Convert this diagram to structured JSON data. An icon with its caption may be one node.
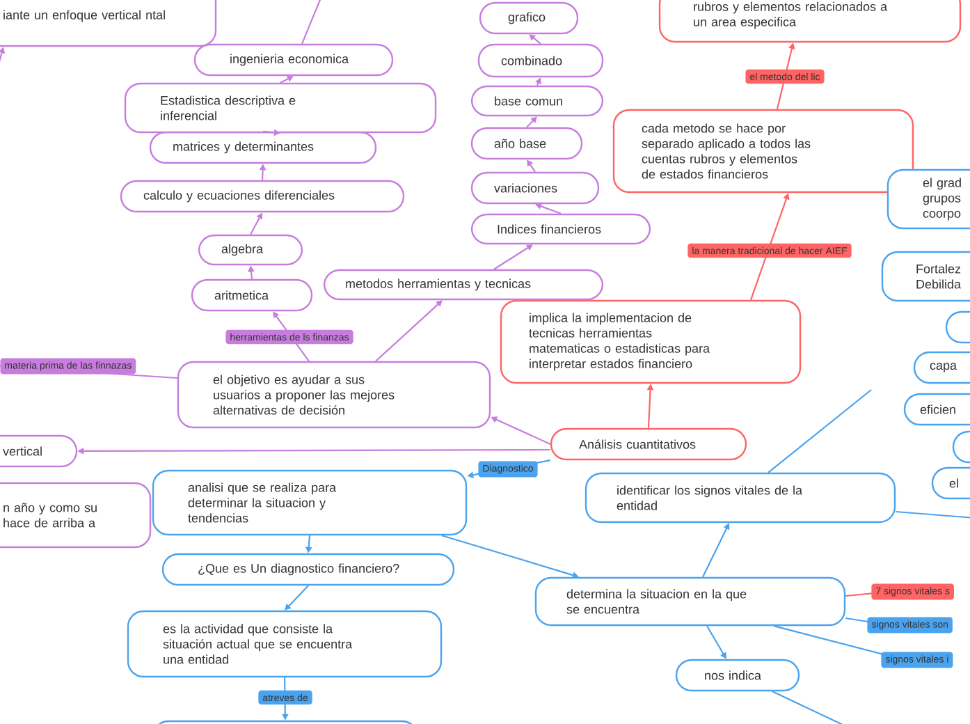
{
  "diagram": {
    "nodes": [
      {
        "text": [
          "Análisis cuantitativos"
        ]
      },
      {
        "text": [
          "implica la implementacion de tecnicas herramientas matematicas o estadisticas para interpretar estados financiero"
        ]
      },
      {
        "text": [
          "cada metodo se hace por separado aplicado a todos las cuentas rubros y elementos de estados financieros"
        ]
      },
      {
        "text": [
          "rubros y elementos relacionados a un area especifica"
        ]
      },
      {
        "text": [
          "el objetivo es ayudar a sus usuarios a proponer las mejores alternativas de decisión"
        ]
      },
      {
        "text": [
          "metodos herramientas y tecnicas"
        ]
      },
      {
        "text": [
          "Indices financieros"
        ]
      },
      {
        "text": [
          "variaciones"
        ]
      },
      {
        "text": [
          "año base"
        ]
      },
      {
        "text": [
          "base comun"
        ]
      },
      {
        "text": [
          "combinado"
        ]
      },
      {
        "text": [
          "grafico"
        ]
      },
      {
        "text": [
          "aritmetica"
        ]
      },
      {
        "text": [
          "algebra"
        ]
      },
      {
        "text": [
          "calculo y ecuaciones diferenciales"
        ]
      },
      {
        "text": [
          "matrices y determinantes"
        ]
      },
      {
        "text": [
          "Estadistica descriptiva e inferencial"
        ]
      },
      {
        "text": [
          "ingenieria economica"
        ]
      },
      {
        "text": [
          "iante un enfoque vertical ntal"
        ]
      },
      {
        "text": [
          "vertical"
        ]
      },
      {
        "text": [
          "n año y como su hace de arriba a"
        ]
      },
      {
        "text": [
          "analisi que se realiza para determinar la situacion y tendencias"
        ]
      },
      {
        "text": [
          "¿Que es Un diagnostico financiero?"
        ]
      },
      {
        "text": [
          "es la actividad que consiste la situación actual que se encuentra una entidad"
        ]
      },
      {
        "text": [],
        "shape": "box"
      },
      {
        "text": [
          "determina la situacion en la que se encuentra"
        ]
      },
      {
        "text": [
          "identificar los signos vitales de la entidad"
        ]
      },
      {
        "text": [
          "nos indica"
        ]
      },
      {
        "text": [
          "el grad grupos coorpo"
        ]
      },
      {
        "text": [
          "Fortalez Debilida"
        ]
      },
      {
        "text": [],
        "shape": "box"
      },
      {
        "text": [
          "capa"
        ]
      },
      {
        "text": [
          "eficien"
        ]
      },
      {
        "text": [],
        "shape": "box"
      },
      {
        "text": [
          "el"
        ]
      }
    ],
    "edges": [
      {
        "from": 0,
        "to": 1,
        "arrow": "to",
        "color": "#ff6464"
      },
      {
        "from": 1,
        "to": 2,
        "arrow": "to",
        "label": "la manera tradicional de hacer AIEF",
        "color": "#ff6464"
      },
      {
        "from": 2,
        "to": 3,
        "arrow": "to",
        "label": "el metodo del lic",
        "color": "#ff6464"
      },
      {
        "from": 0,
        "to": 4,
        "arrow": "to"
      },
      {
        "from": 4,
        "to": 5,
        "arrow": "to"
      },
      {
        "from": 5,
        "to": 6,
        "arrow": "to"
      },
      {
        "from": 6,
        "to": 7,
        "arrow": "to"
      },
      {
        "from": 7,
        "to": 8,
        "arrow": "to"
      },
      {
        "from": 8,
        "to": 9,
        "arrow": "to"
      },
      {
        "from": 9,
        "to": 10,
        "arrow": "to"
      },
      {
        "from": 10,
        "to": 11,
        "arrow": "to"
      },
      {
        "from": 4,
        "to": 12,
        "arrow": "to",
        "label": "herramientas de ls finanzas"
      },
      {
        "from": 12,
        "to": 13,
        "arrow": "to"
      },
      {
        "from": 13,
        "to": 14,
        "arrow": "to"
      },
      {
        "from": 14,
        "to": 15,
        "arrow": "to"
      },
      {
        "from": 15,
        "to": 16,
        "arrow": "to"
      },
      {
        "from": 16,
        "to": 17,
        "arrow": "to"
      },
      {
        "from": 17,
        "to": null,
        "arrow": "none"
      },
      {
        "from": null,
        "to": 18,
        "arrow": "to"
      },
      {
        "from": 4,
        "to": null,
        "arrow": "none",
        "label": "materia prima de las finnazas"
      },
      {
        "from": 0,
        "to": 19,
        "arrow": "to"
      },
      {
        "from": 0,
        "to": 21,
        "arrow": "to",
        "label": "Diagnostico",
        "color": "#4aa3ee"
      },
      {
        "from": 21,
        "to": 22,
        "arrow": "to",
        "color": "#4aa3ee"
      },
      {
        "from": 22,
        "to": 23,
        "arrow": "to",
        "color": "#4aa3ee"
      },
      {
        "from": 23,
        "to": 24,
        "arrow": "to",
        "label": "atreves de",
        "color": "#4aa3ee"
      },
      {
        "from": 21,
        "to": 25,
        "arrow": "to",
        "color": "#4aa3ee"
      },
      {
        "from": 25,
        "to": 26,
        "arrow": "to",
        "color": "#4aa3ee"
      },
      {
        "from": 25,
        "to": 27,
        "arrow": "to",
        "color": "#4aa3ee"
      },
      {
        "from": 27,
        "to": null,
        "arrow": "none",
        "color": "#4aa3ee"
      },
      {
        "from": 26,
        "to": null,
        "arrow": "none",
        "color": "#4aa3ee"
      },
      {
        "from": 26,
        "to": null,
        "arrow": "none",
        "color": "#4aa3ee"
      },
      {
        "from": 25,
        "to": null,
        "arrow": "none",
        "label": "7 signos vitales s",
        "color": "#ff6464"
      },
      {
        "from": 25,
        "to": null,
        "arrow": "none",
        "label": "signos vitales son",
        "color": "#4aa3ee"
      },
      {
        "from": 25,
        "to": null,
        "arrow": "none",
        "label": "signos vitales i",
        "color": "#4aa3ee"
      }
    ]
  }
}
